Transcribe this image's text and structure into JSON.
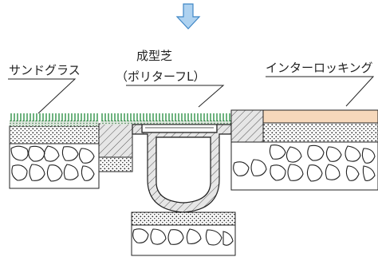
{
  "labels": {
    "sand_grass": "サンドグラス",
    "molded_turf_line1": "成型芝",
    "molded_turf_line2": "（ポリターフL）",
    "interlocking": "インターロッキング"
  },
  "colors": {
    "arrow_fill": "#aed2f0",
    "arrow_stroke": "#3f86c5",
    "turf_green": "#1f8a3a",
    "tile_fill": "#f6d8bb",
    "concrete_fill": "#e3e3e3",
    "line": "#222222"
  },
  "icons": {
    "flow_arrow": "down-arrow-icon"
  }
}
